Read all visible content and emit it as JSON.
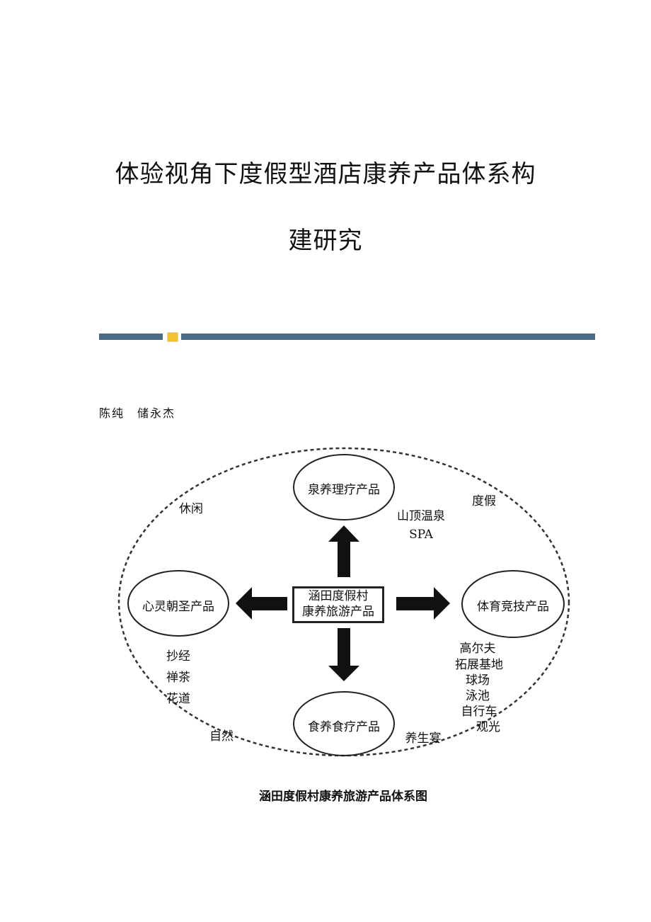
{
  "document": {
    "title_line1": "体验视角下度假型酒店康养产品体系构",
    "title_line2": "建研究",
    "authors": "陈纯　储永杰"
  },
  "figure": {
    "center": [
      "涵田度假村",
      "康养旅游产品"
    ],
    "nodes": {
      "top": "泉养理疗产品",
      "left": "心灵朝圣产品",
      "right": "体育竞技产品",
      "bottom": "食养食疗产品"
    },
    "top_items": [
      "山顶温泉",
      "SPA"
    ],
    "left_items": [
      "抄经",
      "禅茶",
      "花道"
    ],
    "right_items": [
      "高尔夫",
      "拓展基地",
      "球场",
      "泳池",
      "自行车",
      "观光"
    ],
    "bottom_item": "养生宴",
    "corners": {
      "top_left": "休闲",
      "top_right": "度假",
      "bottom_left": "自然"
    },
    "caption": "涵田度假村康养旅游产品体系图"
  }
}
